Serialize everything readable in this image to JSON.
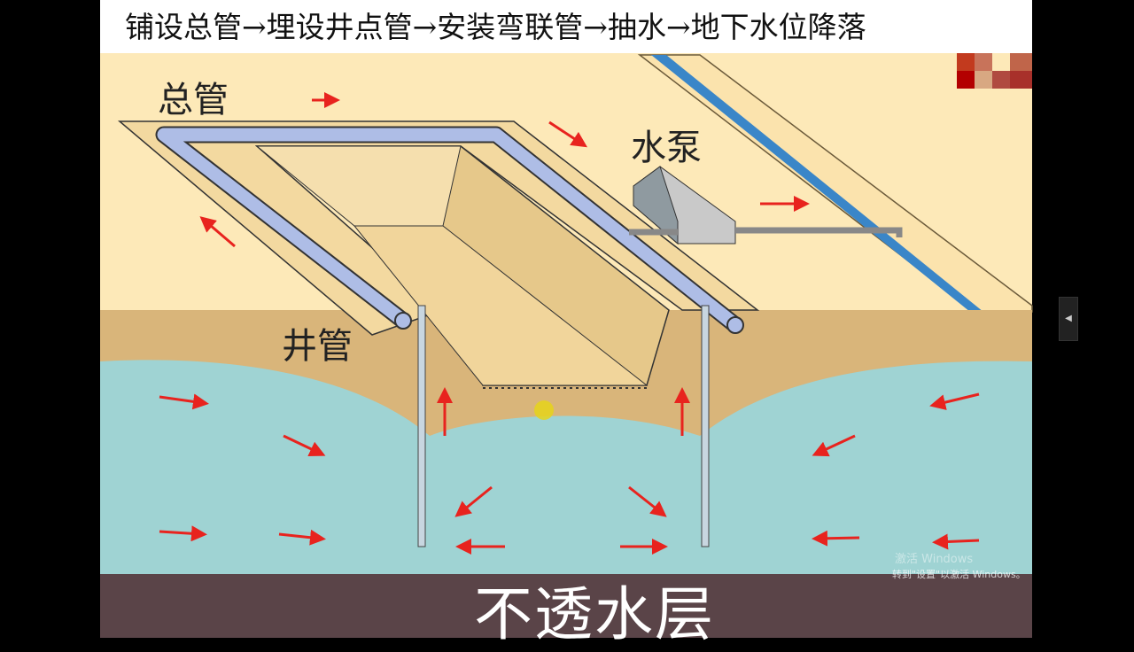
{
  "slide": {
    "title": "铺设总管→埋设井点管→安装弯联管→抽水→地下水位降落",
    "labels": {
      "header_pipe": "总管",
      "pump": "水泵",
      "well_pipe": "井管",
      "impermeable_layer": "不透水层"
    }
  },
  "player": {
    "side_toggle_icon": "chevron-left-icon"
  },
  "watermark": {
    "line1": "激活 Windows",
    "line2": "转到\"设置\"以激活 Windows。"
  },
  "colors": {
    "ground": "#fde9b8",
    "soil": "#d9b57a",
    "water": "#9fd3d3",
    "impermeable": "#5a4448",
    "pipe": "#aebde6",
    "arrow": "#e8231e",
    "river": "#3a86c8"
  }
}
